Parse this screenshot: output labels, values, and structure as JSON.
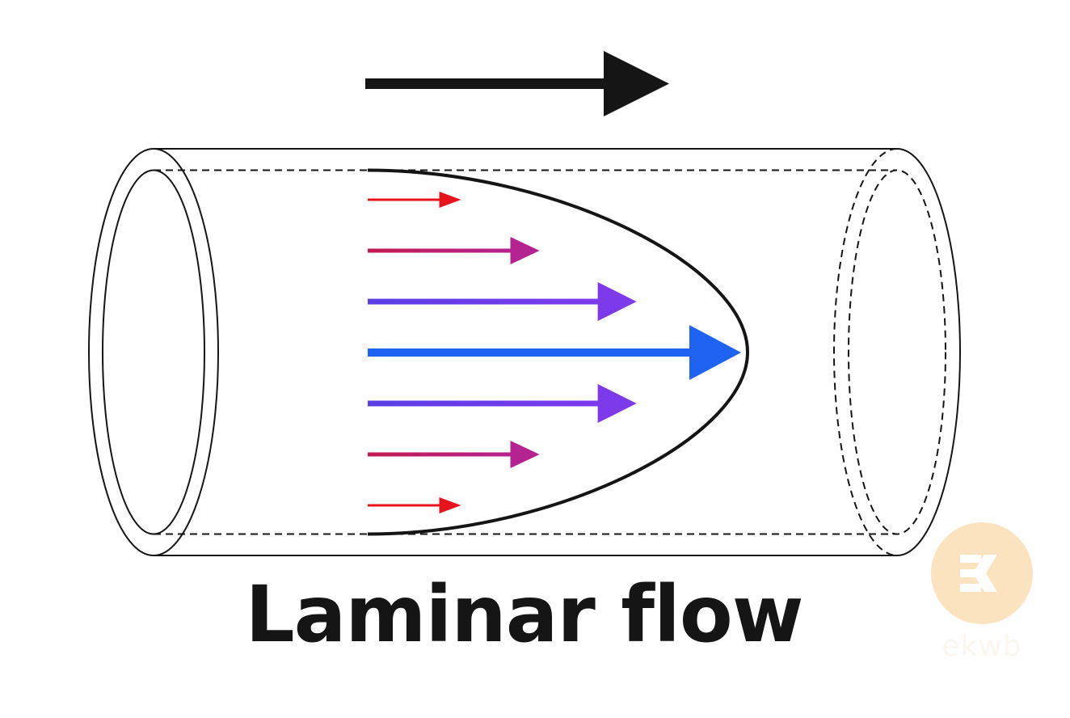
{
  "diagram": {
    "title": "Laminar flow",
    "watermark_text": "ekwb",
    "flow_direction_icon": "right-arrow-icon",
    "watermark_logo_icon": "ekwb-logo-icon",
    "colors": {
      "outline": "#151515",
      "arrow_edge": "#e8141b",
      "arrow_mid": "#c21e6c",
      "arrow_inner": "#6a3df0",
      "arrow_center": "#1f63f2",
      "watermark": "#fbe3bf"
    },
    "velocity_arrows": [
      {
        "layer": "edge",
        "relative_velocity": 0.25
      },
      {
        "layer": "mid",
        "relative_velocity": 0.46
      },
      {
        "layer": "inner",
        "relative_velocity": 0.72
      },
      {
        "layer": "center",
        "relative_velocity": 1.0
      },
      {
        "layer": "inner",
        "relative_velocity": 0.72
      },
      {
        "layer": "mid",
        "relative_velocity": 0.46
      },
      {
        "layer": "edge",
        "relative_velocity": 0.25
      }
    ]
  }
}
